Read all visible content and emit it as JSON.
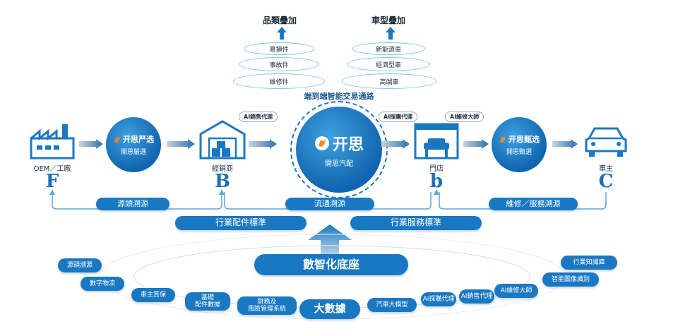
{
  "overlays": {
    "category": {
      "title": "品類疊加",
      "items": [
        "易損件",
        "事故件",
        "維修件"
      ]
    },
    "vehicle": {
      "title": "車型疊加",
      "items": [
        "新能源車",
        "經濟型車",
        "高端車"
      ]
    }
  },
  "center": {
    "arc_label": "端到端智能交易通路",
    "brand": "开思",
    "sub": "開思汽配"
  },
  "nodes": {
    "factory": {
      "label": "OEM／工廠",
      "letter": "F"
    },
    "yanxuan": {
      "brand": "开思严选",
      "sub": "開思嚴選"
    },
    "dealer": {
      "label": "經銷商",
      "letter": "B"
    },
    "store": {
      "label": "門店",
      "letter": "b"
    },
    "zhenxuan": {
      "brand": "开思甄选",
      "sub": "開思甄選"
    },
    "owner": {
      "label": "車主",
      "letter": "C"
    }
  },
  "tags": {
    "ai_sales": "AI銷售代理",
    "ai_purchase": "AI採購代理",
    "ai_master": "AI維修大師"
  },
  "trace": {
    "source": "源頭溯源",
    "flow": "流通溯源",
    "service": "維修／服務溯源"
  },
  "standards": {
    "parts": "行業配件標準",
    "service": "行業服務標準"
  },
  "base": {
    "title": "數智化底座",
    "bigdata": "大數據",
    "items": {
      "source_trace": "源頭溯源",
      "digital_logistics": "數字物流",
      "owner_warranty": "車主質保",
      "basic_parts_data": "基礎\n配件數據",
      "finance_risk": "財務及\n風險管理系統",
      "auto_model": "汽車大模型",
      "ai_purchase": "AI採購代理",
      "ai_sales": "AI銷售代理",
      "ai_master": "AI維修大師",
      "image_recognition": "智能圖像識別",
      "knowledge_base": "行業知識庫"
    }
  },
  "colors": {
    "primary": "#1a78c2",
    "dark": "#1065b0",
    "accent_ring": "#7cc4ea"
  }
}
